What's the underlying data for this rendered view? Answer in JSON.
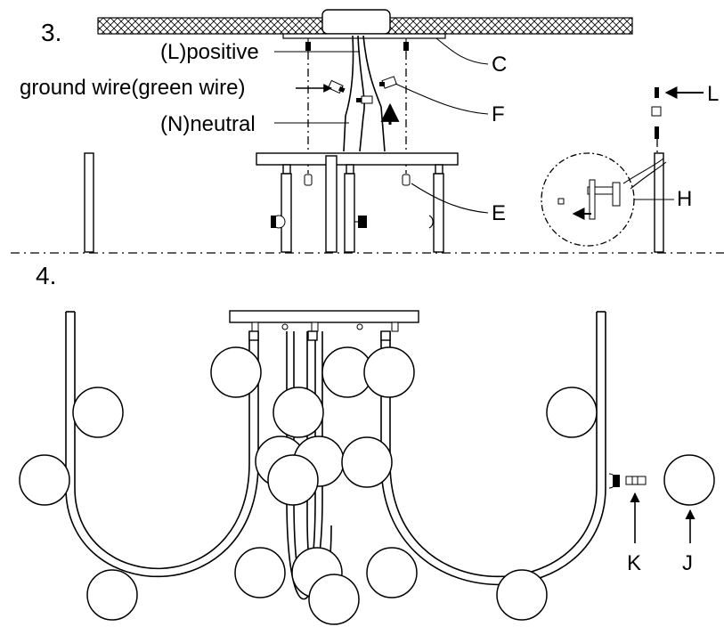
{
  "steps": {
    "step3": "3.",
    "step4": "4."
  },
  "labels": {
    "positive": "(L)positive",
    "ground": "ground wire(green wire)",
    "neutral": "(N)neutral",
    "C": "C",
    "F": "F",
    "E": "E",
    "L": "L",
    "H": "H",
    "K": "K",
    "J": "J"
  }
}
